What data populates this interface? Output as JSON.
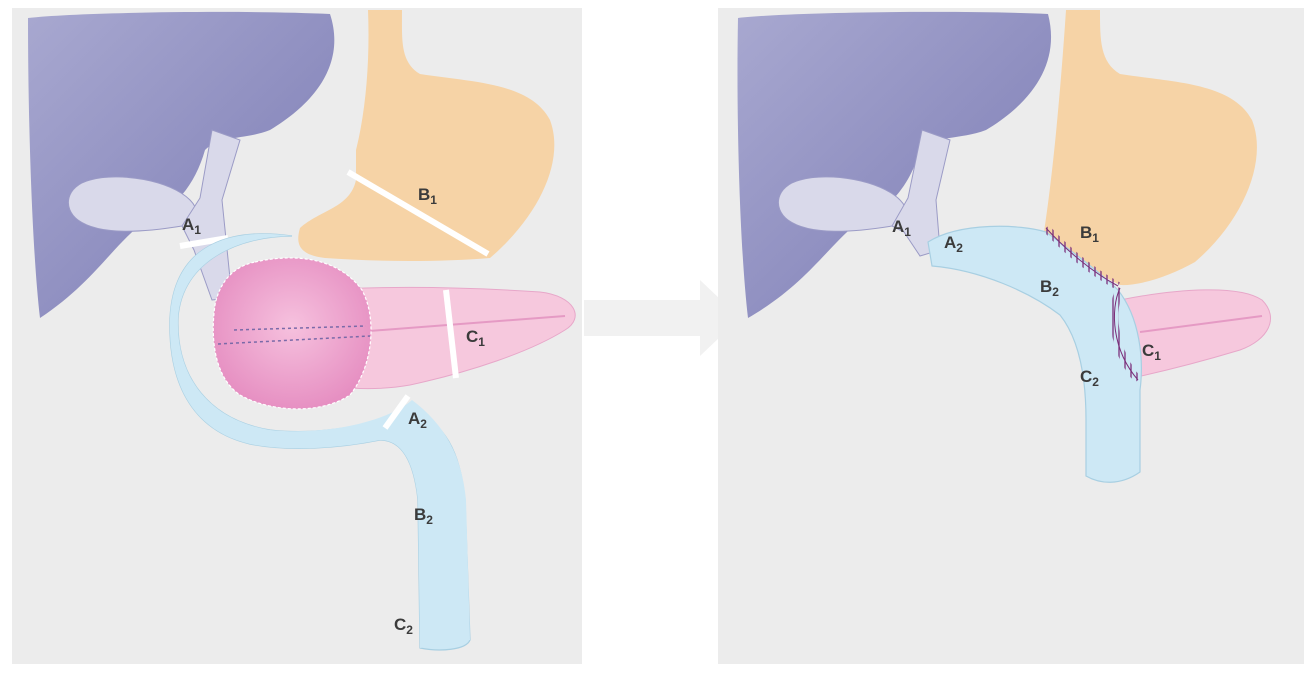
{
  "colors": {
    "panel_bg": "#ececec",
    "liver": "#8f8fc0",
    "liver_dark": "#7878ae",
    "gallbladder": "#d9d9ea",
    "stomach": "#f6d3a6",
    "duodenum_jejunum": "#cde8f5",
    "pancreas": "#f6c8dd",
    "tumor": "#ea9cc8",
    "suture": "#7a2f7a",
    "arrow": "#f1f1f1"
  },
  "panels": [
    {
      "id": "before",
      "labels": {
        "A1": {
          "base": "A",
          "sub": "1"
        },
        "B1": {
          "base": "B",
          "sub": "1"
        },
        "C1": {
          "base": "C",
          "sub": "1"
        },
        "A2": {
          "base": "A",
          "sub": "2"
        },
        "B2": {
          "base": "B",
          "sub": "2"
        },
        "C2": {
          "base": "C",
          "sub": "2"
        }
      }
    },
    {
      "id": "after",
      "labels": {
        "A1": {
          "base": "A",
          "sub": "1"
        },
        "A2": {
          "base": "A",
          "sub": "2"
        },
        "B1": {
          "base": "B",
          "sub": "1"
        },
        "B2": {
          "base": "B",
          "sub": "2"
        },
        "C1": {
          "base": "C",
          "sub": "1"
        },
        "C2": {
          "base": "C",
          "sub": "2"
        }
      }
    }
  ],
  "transition_arrow": "right-arrow-icon"
}
